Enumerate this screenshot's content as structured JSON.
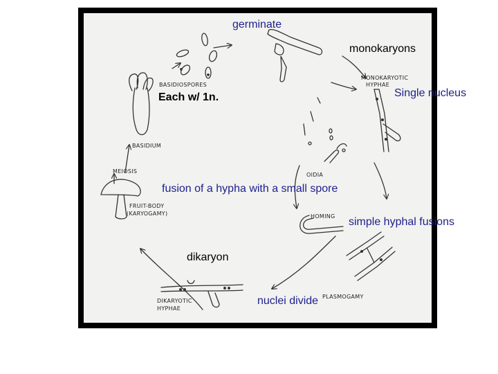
{
  "figure_labels": {
    "basidiospores": "BASIDIOSPORES",
    "basidium": "BASIDIUM",
    "meiosis": "MEIOSIS",
    "fruit_body_1": "FRUIT-BODY",
    "fruit_body_2": "(KARYOGAMY)",
    "monokaryotic_1": "MONOKARYOTIC",
    "monokaryotic_2": "HYPHAE",
    "oidia": "OIDIA",
    "homing": "HOMING",
    "plasmogamy": "PLASMOGAMY",
    "dikaryotic_1": "DIKARYOTIC",
    "dikaryotic_2": "HYPHAE"
  },
  "annotations": {
    "germinate": "germinate",
    "monokaryons": "monokaryons",
    "single_nucleus": "Single nucleus",
    "each_1n": "Each w/ 1n.",
    "fusion": "fusion of a hypha with a small spore",
    "simple_fusions": "simple hyphal fusions",
    "dikaryon": "dikaryon",
    "nuclei_divide": "nuclei divide"
  }
}
